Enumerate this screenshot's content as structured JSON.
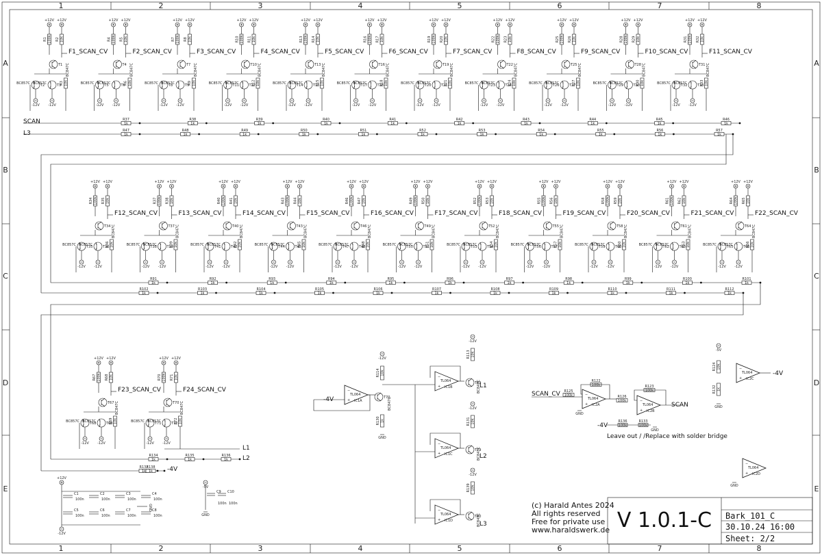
{
  "grid": {
    "columns": [
      "1",
      "2",
      "3",
      "4",
      "5",
      "6",
      "7",
      "8"
    ],
    "rows": [
      "A",
      "B",
      "C",
      "D",
      "E"
    ]
  },
  "bus_labels": {
    "scan": "SCAN",
    "l3": "L3",
    "l1": "L1",
    "l2": "L2",
    "neg4v": "-4V"
  },
  "supply": {
    "pos": "+12V",
    "neg": "-12V",
    "neg5": "-5V",
    "gnd": "GND",
    "neg4": "-4V"
  },
  "part_types": {
    "pnp": "BC857C",
    "npn": "BC847C"
  },
  "resistor_values": {
    "r1k": "1k",
    "r100k": "100k",
    "r10k": "10k"
  },
  "cap_value": "100n",
  "channels": [
    {
      "name": "F1_SCAN_CV",
      "row": 1,
      "slot": 0
    },
    {
      "name": "F2_SCAN_CV",
      "row": 1,
      "slot": 1
    },
    {
      "name": "F3_SCAN_CV",
      "row": 1,
      "slot": 2
    },
    {
      "name": "F4_SCAN_CV",
      "row": 1,
      "slot": 3
    },
    {
      "name": "F5_SCAN_CV",
      "row": 1,
      "slot": 4
    },
    {
      "name": "F6_SCAN_CV",
      "row": 1,
      "slot": 5
    },
    {
      "name": "F7_SCAN_CV",
      "row": 1,
      "slot": 6
    },
    {
      "name": "F8_SCAN_CV",
      "row": 1,
      "slot": 7
    },
    {
      "name": "F9_SCAN_CV",
      "row": 1,
      "slot": 8
    },
    {
      "name": "F10_SCAN_CV",
      "row": 1,
      "slot": 9
    },
    {
      "name": "F11_SCAN_CV",
      "row": 1,
      "slot": 10
    },
    {
      "name": "F12_SCAN_CV",
      "row": 2,
      "slot": 0
    },
    {
      "name": "F13_SCAN_CV",
      "row": 2,
      "slot": 1
    },
    {
      "name": "F14_SCAN_CV",
      "row": 2,
      "slot": 2
    },
    {
      "name": "F15_SCAN_CV",
      "row": 2,
      "slot": 3
    },
    {
      "name": "F16_SCAN_CV",
      "row": 2,
      "slot": 4
    },
    {
      "name": "F17_SCAN_CV",
      "row": 2,
      "slot": 5
    },
    {
      "name": "F18_SCAN_CV",
      "row": 2,
      "slot": 6
    },
    {
      "name": "F19_SCAN_CV",
      "row": 2,
      "slot": 7
    },
    {
      "name": "F20_SCAN_CV",
      "row": 2,
      "slot": 8
    },
    {
      "name": "F21_SCAN_CV",
      "row": 2,
      "slot": 9
    },
    {
      "name": "F22_SCAN_CV",
      "row": 2,
      "slot": 10
    },
    {
      "name": "F23_SCAN_CV",
      "row": 3,
      "slot": 0
    },
    {
      "name": "F24_SCAN_CV",
      "row": 3,
      "slot": 1
    }
  ],
  "row1_resistors_scan": [
    "R37",
    "R38",
    "R39",
    "R40",
    "R41",
    "R42",
    "R43",
    "R44",
    "R45",
    "R46"
  ],
  "row1_resistors_l3": [
    "R47",
    "R48",
    "R49",
    "R50",
    "R51",
    "R52",
    "R53",
    "R54",
    "R55",
    "R56",
    "R57"
  ],
  "row2_resistors_top": [
    "R91",
    "R92",
    "R93",
    "R94",
    "R95",
    "R96",
    "R97",
    "R98",
    "R99",
    "R100",
    "R101"
  ],
  "row2_resistors_bottom": [
    "R102",
    "R103",
    "R104",
    "R105",
    "R106",
    "R107",
    "R108",
    "R109",
    "R110",
    "R111",
    "R112"
  ],
  "row3_resistors_l2": [
    "R134",
    "R135",
    "R136"
  ],
  "row3_resistors_neg4": [
    "R137",
    "R138"
  ],
  "opamps": {
    "ic1a": {
      "type": "TL064",
      "ref": "IC1A",
      "input": "-4V",
      "transistor": "T70",
      "res_top": "R114",
      "res_bot": "R130"
    },
    "ic1b": {
      "type": "TL064",
      "ref": "IC1B",
      "transistor": "T69",
      "res": "R113",
      "output": "L1"
    },
    "ic1c": {
      "type": "TL064",
      "ref": "IC1C",
      "transistor": "T79",
      "res": "R131",
      "output": "L2"
    },
    "ic1d": {
      "type": "TL064",
      "ref": "IC1D",
      "transistor": "T80",
      "res": "R139",
      "output": "L3"
    },
    "ic2a": {
      "type": "TL064",
      "ref": "IC2A",
      "input": "SCAN_CV",
      "r_in": "R125",
      "r_fb": "R122",
      "r_fb_val": "100k",
      "r_in_val": "100k"
    },
    "ic2b": {
      "type": "TL064",
      "ref": "IC2B",
      "r_in": "R126",
      "r_fb": "R123",
      "output": "SCAN",
      "r_in_val": "100k",
      "r_fb_val": "100k"
    },
    "ic2c": {
      "type": "TL064",
      "ref": "IC2C",
      "output": "-4V",
      "r_top": "R124",
      "r_bot": "R132",
      "supply": "-5V"
    },
    "ic2d": {
      "type": "TL064",
      "ref": "IC2D"
    }
  },
  "leave_out_note": "Leave out /   /Replace with solder bridge",
  "leave_out_parts": [
    "R136",
    "R133"
  ],
  "decoupling": {
    "caps_left": [
      "C1",
      "C2",
      "C3",
      "C4",
      "C5",
      "C6",
      "C7",
      "C8"
    ],
    "caps_right": [
      "C9",
      "C10"
    ]
  },
  "credit": {
    "line1": "(c) Harald Antes 2024",
    "line2": "All rights reserved",
    "line3": "Free for private use",
    "line4": "www.haraldswerk.de"
  },
  "title_block": {
    "version": "V 1.0.1-C",
    "project": "Bark_101_C",
    "date": "30.10.24 16:00",
    "sheet": "Sheet: 2/2"
  }
}
